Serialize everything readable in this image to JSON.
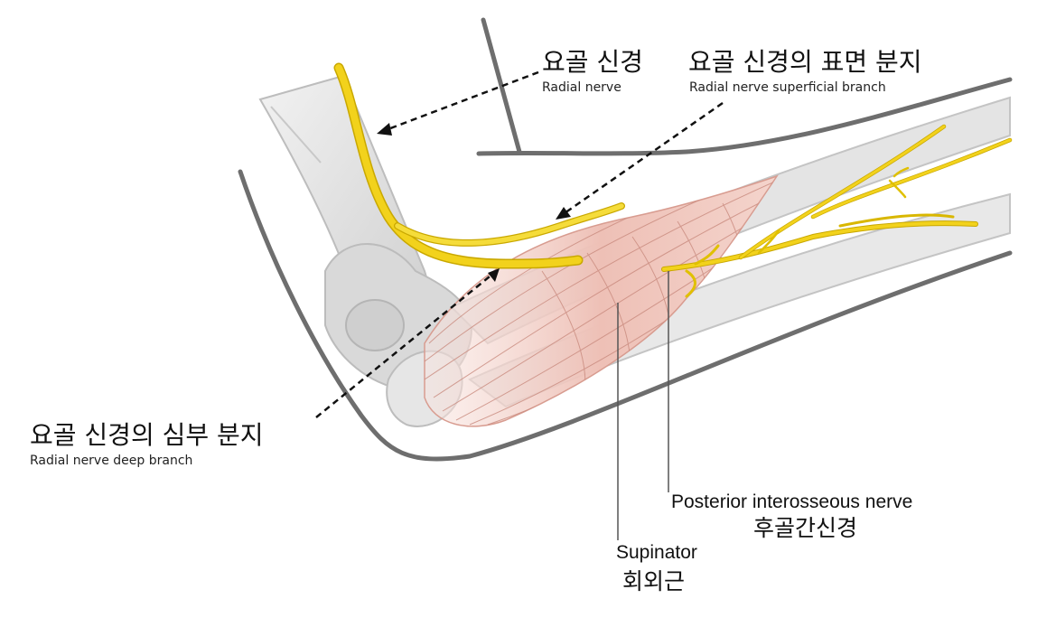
{
  "labels": {
    "radial_nerve": {
      "ko": "요골 신경",
      "en": "Radial nerve"
    },
    "superficial_branch": {
      "ko": "요골 신경의 표면 분지",
      "en": "Radial nerve superficial branch"
    },
    "deep_branch": {
      "ko": "요골 신경의 심부 분지",
      "en": "Radial nerve deep branch"
    },
    "posterior_interosseous": {
      "en": "Posterior interosseous nerve",
      "ko": "후골간신경"
    },
    "supinator": {
      "en": "Supinator",
      "ko": "회외근"
    }
  },
  "colors": {
    "nerve": "#f2d21c",
    "nerve_outline": "#c9a800",
    "muscle": "#f1c9c0",
    "bone": "#dcdcdc",
    "skin_outline": "#6e6e6e"
  }
}
